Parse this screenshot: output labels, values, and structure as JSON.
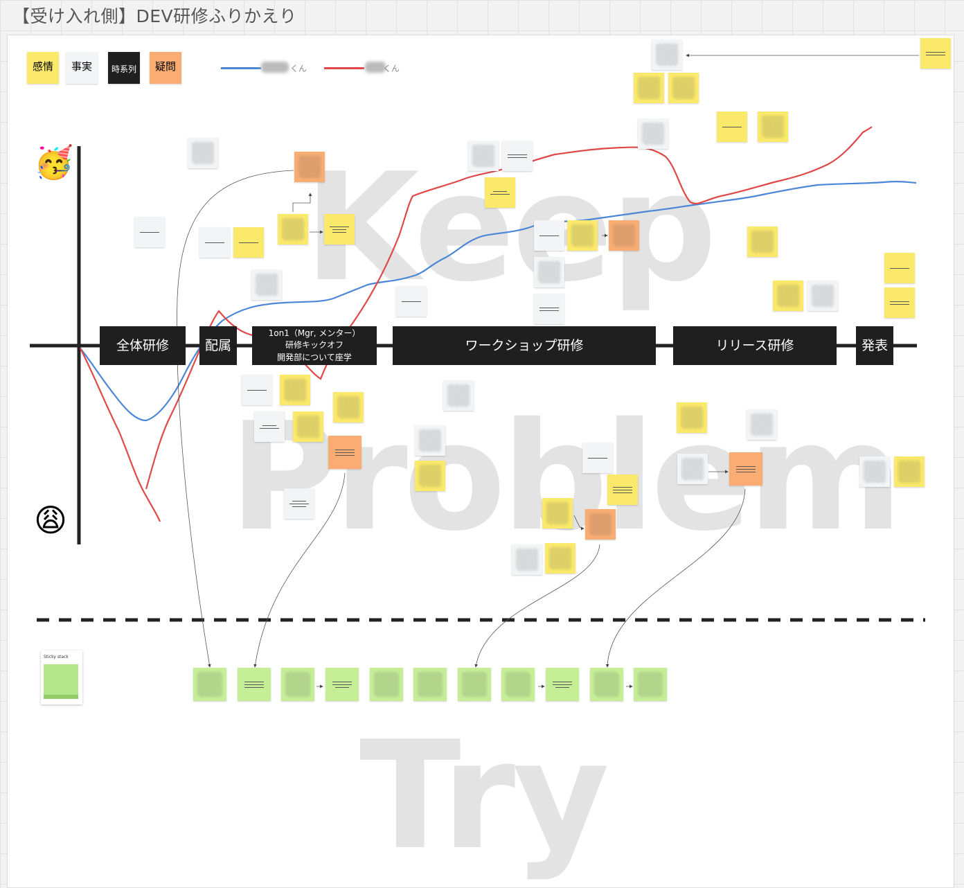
{
  "board": {
    "title": "【受け入れ側】DEV研修ふりかえり"
  },
  "legend": {
    "emotion": "感情",
    "fact": "事実",
    "timeline": "時系列",
    "question": "疑問",
    "series_blue_suffix": "くん",
    "series_red_suffix": "くん",
    "colors": {
      "emotion": "#fbe96b",
      "fact": "#f3f4f6",
      "timeline": "#1f1f1f",
      "question": "#f9ad73",
      "try": "#c6ee97",
      "blue_line": "#4a86d8",
      "red_line": "#e04848"
    }
  },
  "phases": {
    "p1": "全体研修",
    "p2": "配属",
    "p3_line1": "1on1（Mgr, メンター）",
    "p3_line2": "研修キックオフ",
    "p3_line3": "開発部について座学",
    "p4": "ワークショップ研修",
    "p5": "リリース研修",
    "p6": "発表"
  },
  "watermarks": {
    "keep": "Keep",
    "problem": "Problem",
    "try": "Try"
  },
  "icons": {
    "top_emoji": "🥳",
    "bottom_emoji": "😩"
  },
  "sticky_stack": {
    "label": "Sticky stack"
  }
}
